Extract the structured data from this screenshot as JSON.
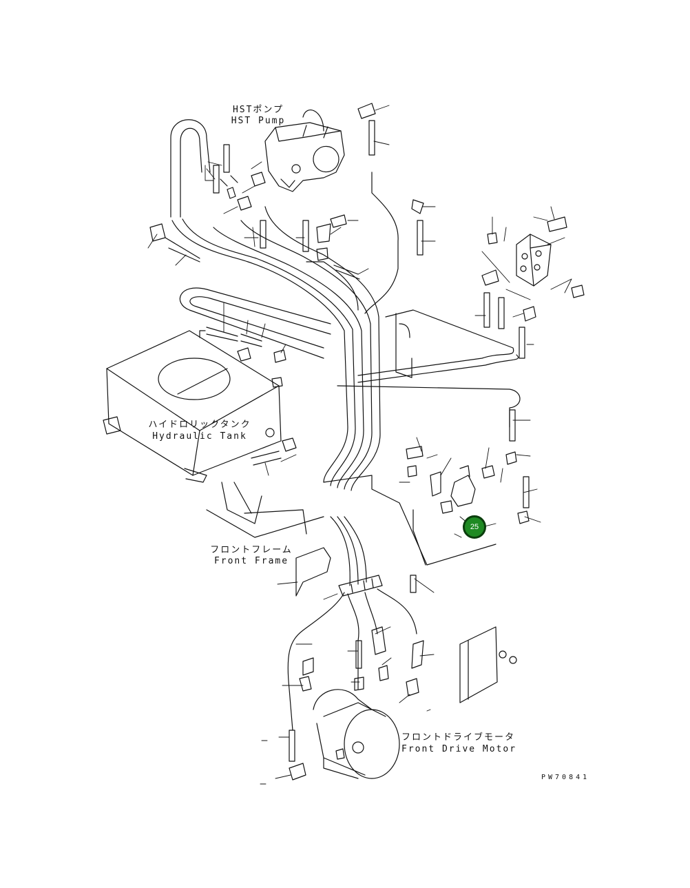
{
  "labels": {
    "hst_pump_jp": "HSTポンプ",
    "hst_pump_en": "HST Pump",
    "hydraulic_tank_jp": "ハイドロリックタンク",
    "hydraulic_tank_en": "Hydraulic Tank",
    "front_frame_jp": "フロントフレーム",
    "front_frame_en": "Front Frame",
    "front_drive_motor_jp": "フロントドライブモータ",
    "front_drive_motor_en": "Front Drive Motor"
  },
  "callout": {
    "number": "25",
    "color": "#1f8a23"
  },
  "drawing_code": "PW70841"
}
